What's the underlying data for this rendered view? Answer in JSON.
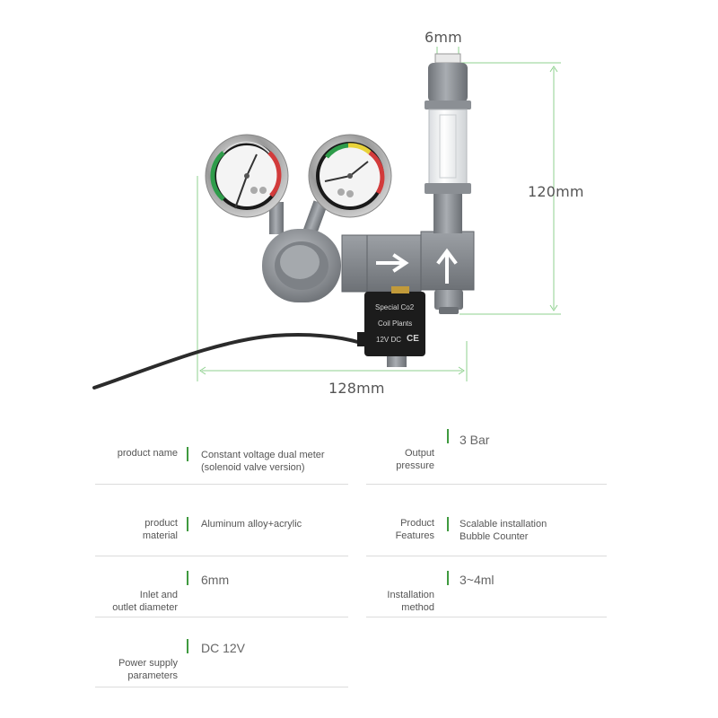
{
  "figure": {
    "dimensions": {
      "fitting": "6mm",
      "height": "120mm",
      "width": "128mm"
    },
    "solenoid_label": {
      "line1": "Special Co2",
      "line2": "Coil Plants",
      "line3": "12V DC",
      "mark": "CE"
    },
    "colors": {
      "dimension_line": "#8fd18f",
      "body": "#8a8e93",
      "accent_green": "#3f9a3f"
    }
  },
  "specs": {
    "row1": {
      "left": {
        "label_l1": "product name",
        "label_l2": "",
        "value_l1": "Constant voltage dual meter",
        "value_l2": "(solenoid valve  version)"
      },
      "right": {
        "label_l1": "Output",
        "label_l2": "pressure",
        "value_l1": "3 Bar",
        "value_l2": ""
      }
    },
    "row2": {
      "left": {
        "label_l1": "product",
        "label_l2": "material",
        "value_l1": "Aluminum alloy+acrylic",
        "value_l2": ""
      },
      "right": {
        "label_l1": "Product",
        "label_l2": "Features",
        "value_l1": "Scalable installation",
        "value_l2": "Bubble Counter"
      }
    },
    "row3": {
      "left": {
        "label_l1": "Inlet and",
        "label_l2": "outlet diameter",
        "value_l1": "6mm",
        "value_l2": ""
      },
      "right": {
        "label_l1": "Installation",
        "label_l2": "method",
        "value_l1": "3~4ml",
        "value_l2": ""
      }
    },
    "row4": {
      "left": {
        "label_l1": "Power supply",
        "label_l2": "parameters",
        "value_l1": "DC 12V",
        "value_l2": ""
      }
    }
  }
}
